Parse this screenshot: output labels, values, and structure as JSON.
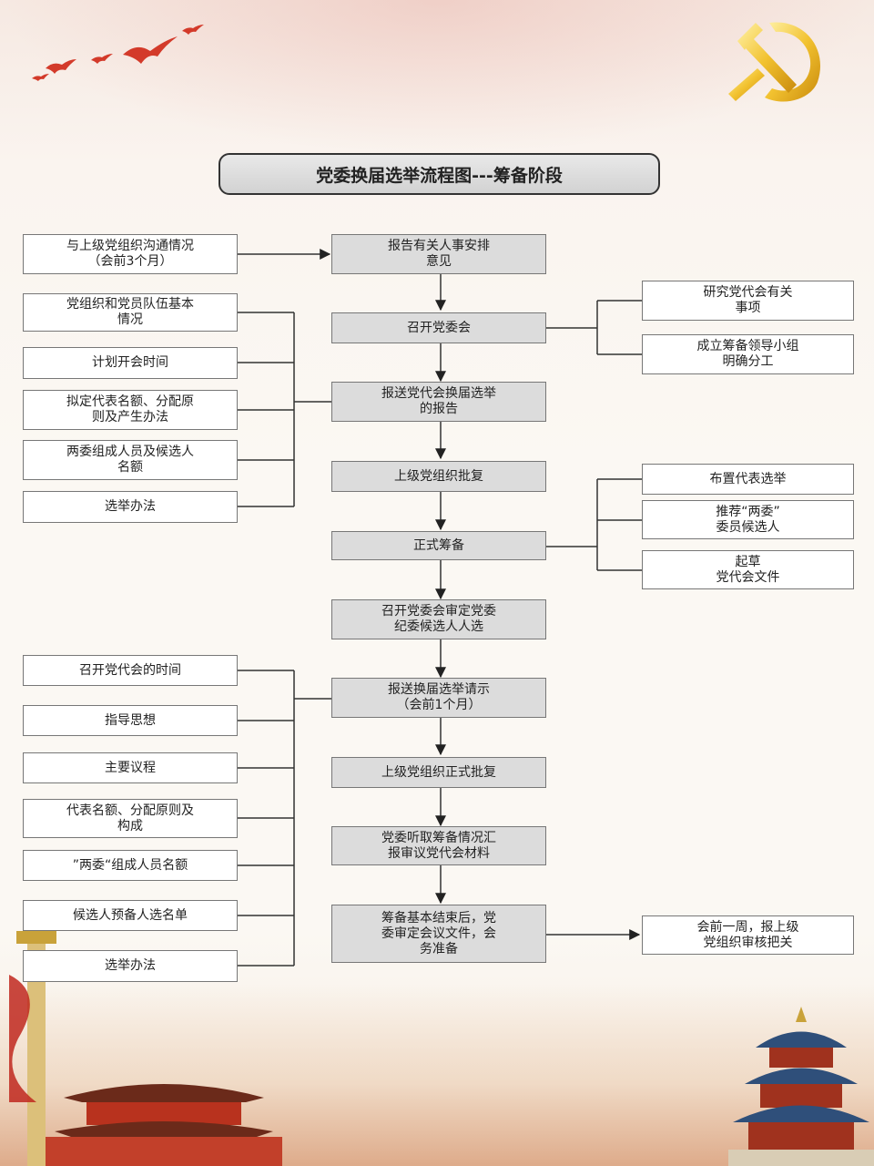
{
  "title": "党委换届选举流程图---筹备阶段",
  "main_steps": [
    "报告有关人事安排\n意见",
    "召开党委会",
    "报送党代会换届选举\n的报告",
    "上级党组织批复",
    "正式筹备",
    "召开党委会审定党委\n纪委候选人人选",
    "报送换届选举请示\n（会前1个月）",
    "上级党组织正式批复",
    "党委听取筹备情况汇\n报审议党代会材料",
    "筹备基本结束后，党\n委审定会议文件，会\n务准备"
  ],
  "left_inputs": {
    "communicate": "与上级党组织沟通情况\n（会前3个月）",
    "report_group": [
      "党组织和党员队伍基本\n情况",
      "计划开会时间",
      "拟定代表名额、分配原\n则及产生办法",
      "两委组成人员及候选人\n名额",
      "选举办法"
    ],
    "request_group": [
      "召开党代会的时间",
      "指导思想",
      "主要议程",
      "代表名额、分配原则及\n构成",
      "”两委“组成人员名额",
      "候选人预备人选名单",
      "选举办法"
    ]
  },
  "right_outputs": {
    "committee_meeting": [
      "研究党代会有关\n事项",
      "成立筹备领导小组\n明确分工"
    ],
    "formal_prep": [
      "布置代表选举",
      "推荐“两委”\n委员候选人",
      "起草\n党代会文件"
    ],
    "final": "会前一周，报上级\n党组织审核把关"
  },
  "colors": {
    "center_box": "#dcdcdc",
    "side_box": "#ffffff",
    "line": "#333333"
  }
}
